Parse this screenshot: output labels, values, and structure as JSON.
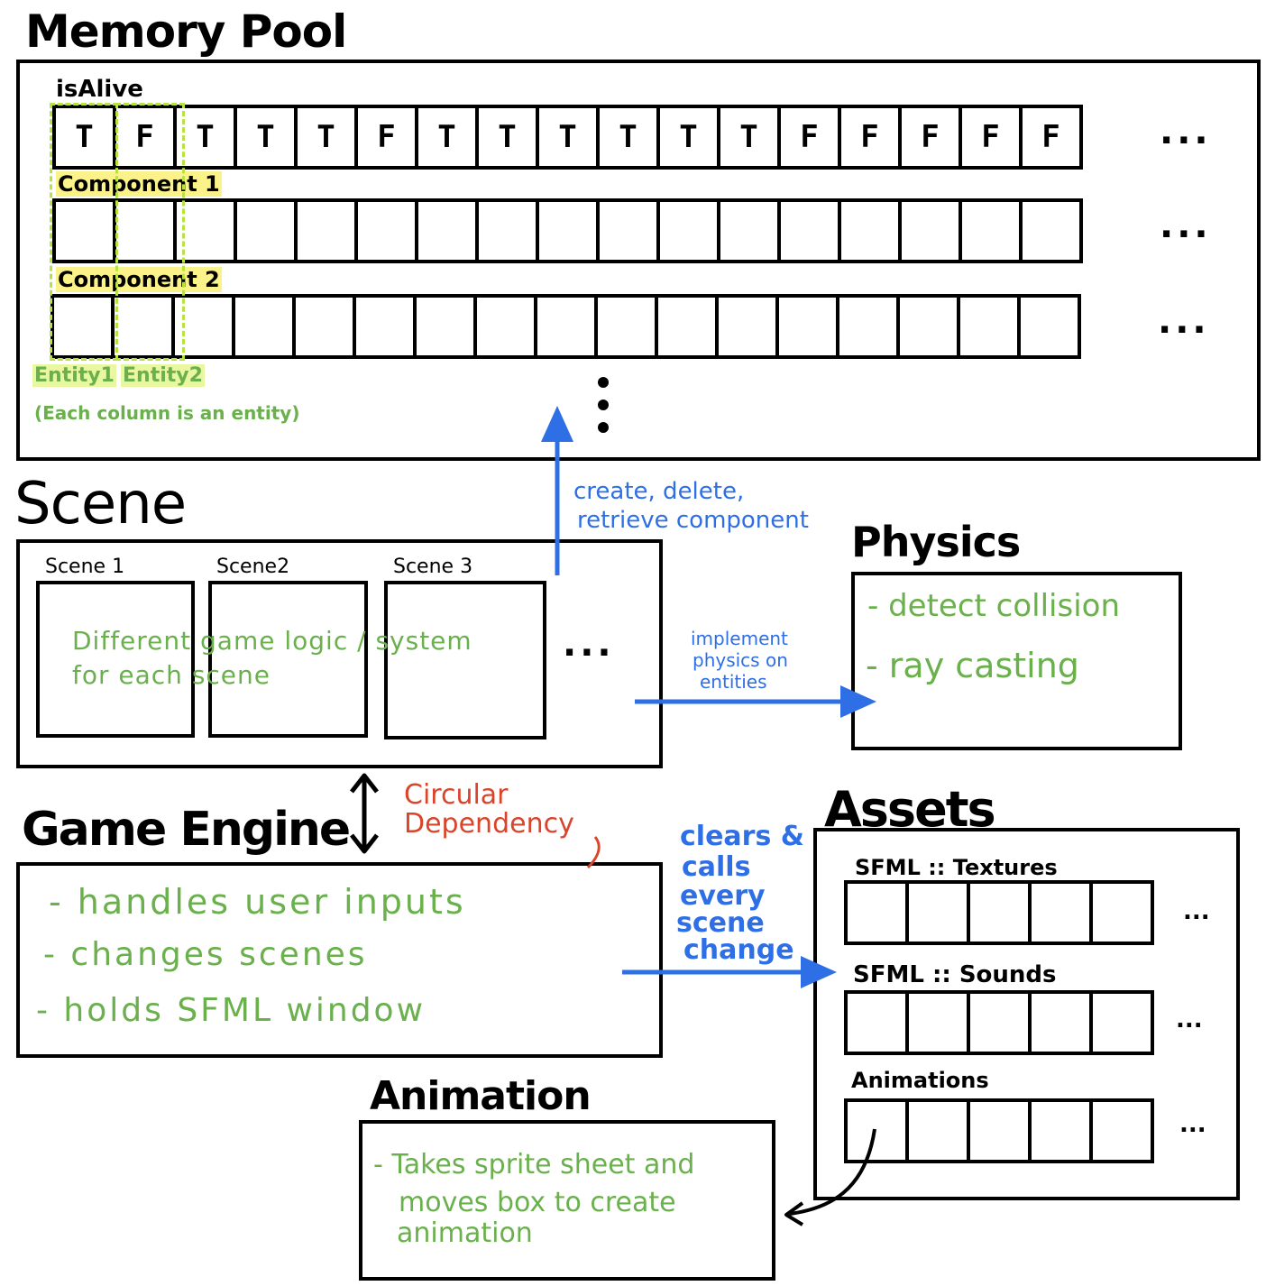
{
  "memory_pool": {
    "title": "Memory Pool",
    "isalive_label": "isAlive",
    "isalive_values": [
      "T",
      "F",
      "T",
      "T",
      "T",
      "F",
      "T",
      "T",
      "T",
      "T",
      "T",
      "T",
      "F",
      "F",
      "F",
      "F",
      "F"
    ],
    "component1_label": "Component 1",
    "component2_label": "Component 2",
    "ellipsis": "...",
    "entity1_label": "Entity1",
    "entity2_label": "Entity2",
    "column_note": "(Each column is an entity)"
  },
  "scene": {
    "title": "Scene",
    "scene1_label": "Scene 1",
    "scene2_label": "Scene2",
    "scene3_label": "Scene 3",
    "logic_line1": "Different game logic / system",
    "logic_line2": "for each scene",
    "ellipsis": "..."
  },
  "arrows": {
    "create_label_line1": "create, delete,",
    "create_label_line2": "retrieve component",
    "physics_label_line1": "implement",
    "physics_label_line2": "physics on",
    "physics_label_line3": "entities",
    "assets_label_line1": "clears &",
    "assets_label_line2": "calls",
    "assets_label_line3": "every",
    "assets_label_line4": "scene",
    "assets_label_line5": "change",
    "circular_line1": "Circular",
    "circular_line2": "Dependency"
  },
  "physics": {
    "title": "Physics",
    "item1": "- detect collision",
    "item2": "- ray casting"
  },
  "game_engine": {
    "title": "Game Engine",
    "item1": "- handles user inputs",
    "item2": "- changes scenes",
    "item3": "- holds SFML window"
  },
  "assets": {
    "title": "Assets",
    "textures_label": "SFML :: Textures",
    "sounds_label": "SFML :: Sounds",
    "animations_label": "Animations",
    "ellipsis": "..."
  },
  "animation": {
    "title": "Animation",
    "line1": "- Takes sprite sheet and",
    "line2": "moves box to create",
    "line3": "animation"
  },
  "colors": {
    "arrow_blue": "#2f6fe6",
    "text_green": "#6ab04c",
    "text_red": "#d9442b",
    "highlight_yellow": "#fbf38a"
  }
}
